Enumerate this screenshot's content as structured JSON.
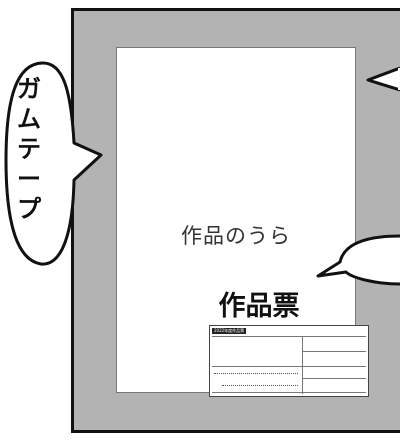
{
  "sheet": {
    "label": "作品のうら"
  },
  "slip": {
    "title": "作品票",
    "header_tag": "2022年度作品票"
  },
  "callout": {
    "tape_label": "ガムテープ"
  }
}
